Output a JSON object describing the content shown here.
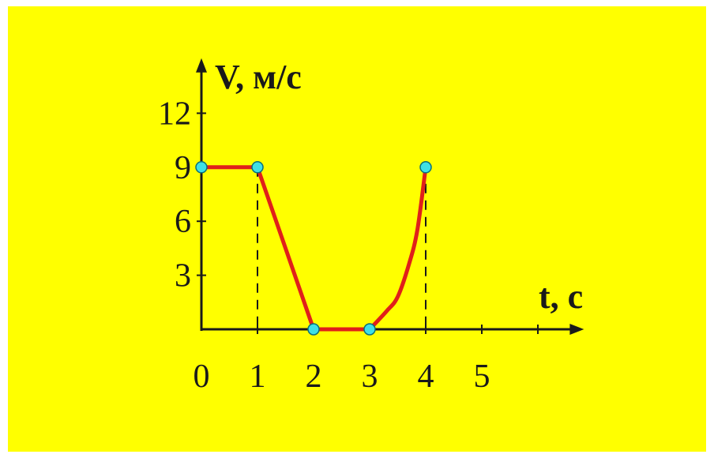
{
  "chart_data": {
    "type": "line",
    "title": "",
    "xlabel": "t, с",
    "ylabel": "V, м/с",
    "xlim": [
      0,
      6.4
    ],
    "ylim": [
      0,
      14
    ],
    "x_ticks": [
      0,
      1,
      2,
      3,
      4,
      5
    ],
    "x_tick_labels": [
      "0",
      "1",
      "2",
      "3",
      "4",
      "5"
    ],
    "y_ticks": [
      3,
      6,
      9,
      12
    ],
    "y_tick_labels": [
      "3",
      "6",
      "9",
      "12"
    ],
    "grid": false,
    "series": [
      {
        "name": "",
        "segments": [
          {
            "kind": "line",
            "points": [
              [
                0,
                9
              ],
              [
                1,
                9
              ]
            ]
          },
          {
            "kind": "line",
            "points": [
              [
                1,
                9
              ],
              [
                2,
                0
              ]
            ]
          },
          {
            "kind": "line",
            "points": [
              [
                2,
                0
              ],
              [
                3,
                0
              ]
            ]
          },
          {
            "kind": "curve",
            "points": [
              [
                3,
                0
              ],
              [
                3.3,
                1.0
              ],
              [
                3.5,
                1.8
              ],
              [
                3.7,
                3.6
              ],
              [
                3.85,
                5.5
              ],
              [
                4,
                9
              ]
            ]
          }
        ]
      }
    ],
    "markers": [
      [
        0,
        9
      ],
      [
        1,
        9
      ],
      [
        2,
        0
      ],
      [
        3,
        0
      ],
      [
        4,
        9
      ]
    ],
    "dashed_guides_x": [
      1,
      4
    ],
    "colors": {
      "background": "#ffff00",
      "line": "#e0201a",
      "marker_fill": "#3fe0e6",
      "marker_stroke": "#0a6f7a",
      "axis": "#1a1a1a"
    }
  }
}
